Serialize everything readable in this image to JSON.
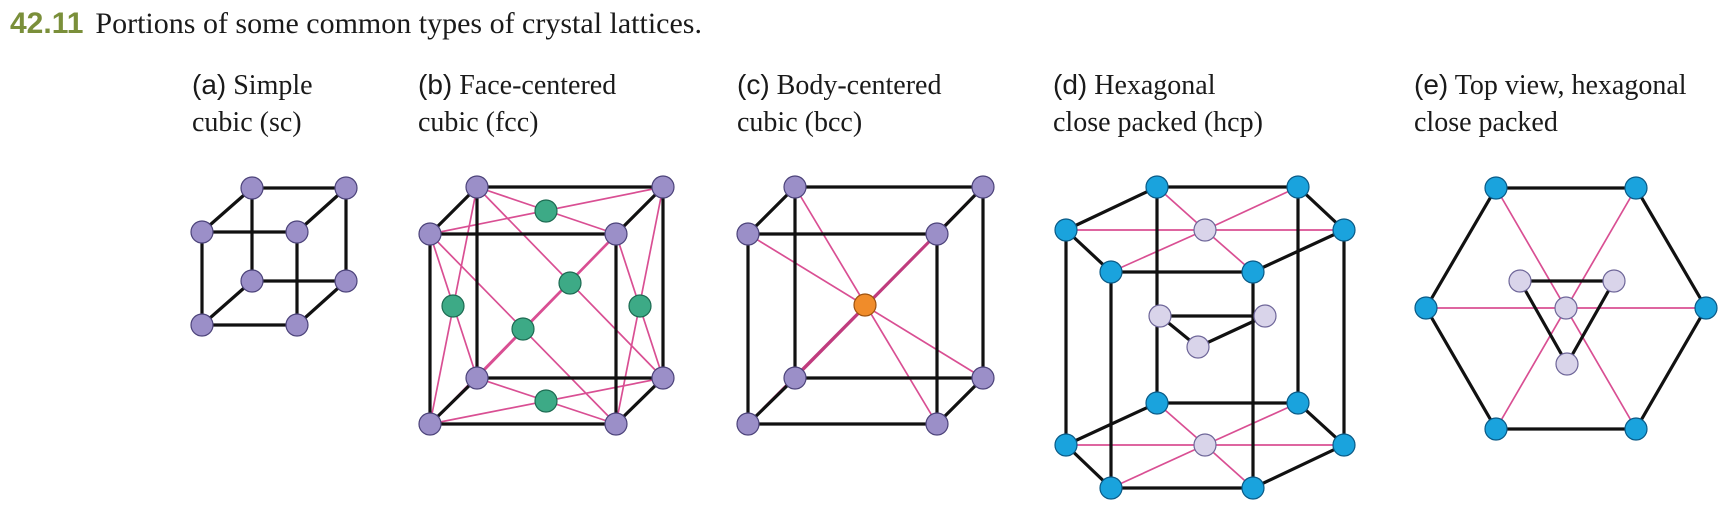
{
  "figure": {
    "number": "42.11",
    "caption": "Portions of some common types of crystal lattices."
  },
  "panels": [
    {
      "letter": "(a)",
      "line1": "Simple",
      "line2": "cubic (sc)"
    },
    {
      "letter": "(b)",
      "line1": "Face-centered",
      "line2": "cubic (fcc)"
    },
    {
      "letter": "(c)",
      "line1": "Body-centered",
      "line2": "cubic (bcc)"
    },
    {
      "letter": "(d)",
      "line1": "Hexagonal",
      "line2": "close packed (hcp)"
    },
    {
      "letter": "(e)",
      "line1": "Top view, hexagonal",
      "line2": "close packed"
    }
  ],
  "colors": {
    "figure_number": "#7a8f3a",
    "edge": "#111111",
    "pink_lines": "#d94f93",
    "corner_atom": "#9b8fc8",
    "face_atom": "#3daa86",
    "body_atom": "#f08c2a",
    "hcp_atom": "#1aa3dd",
    "interior_atom": "#d9d4ea"
  }
}
